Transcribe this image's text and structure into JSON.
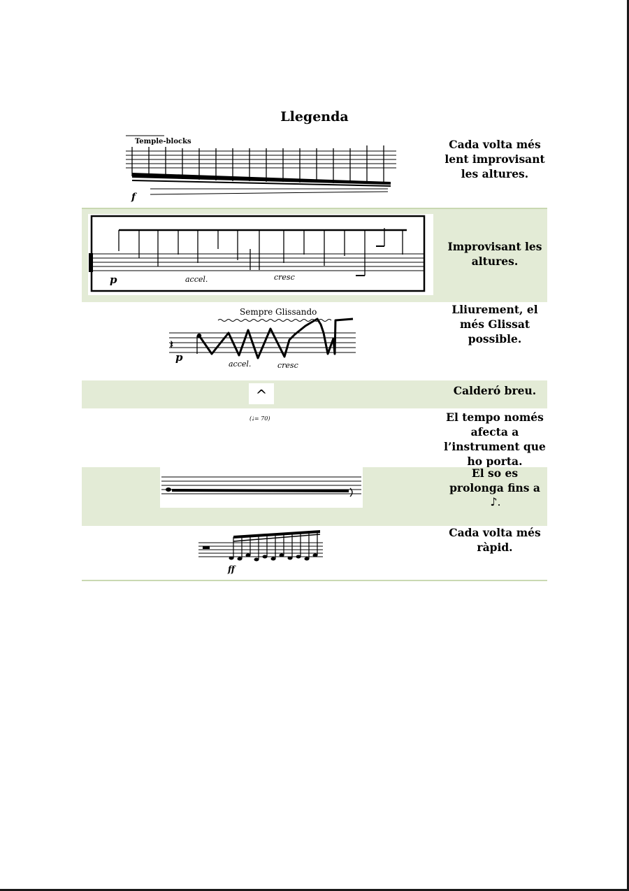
{
  "title": "Llegenda",
  "rows": [
    {
      "id": "temple-blocks",
      "caption": "Cada volta més lent improvisant les altures.",
      "labels": {
        "instrument": "Temple-blocks",
        "dynamic": "f"
      }
    },
    {
      "id": "improvising-heights",
      "caption": "Improvisant les altures.",
      "labels": {
        "dynamic": "p",
        "accel": "accel.",
        "cresc": "cresc"
      }
    },
    {
      "id": "glissando",
      "caption": "Lliurement, el més Glissat possible.",
      "labels": {
        "header": "Sempre Glissando",
        "dynamic": "p",
        "accel": "accel.",
        "cresc": "cresc"
      }
    },
    {
      "id": "short-fermata",
      "caption": "Calderó breu.",
      "labels": {
        "symbol": "^"
      }
    },
    {
      "id": "tempo-mark",
      "caption": "El tempo només afecta a l’instrument que ho porta.",
      "labels": {
        "tempo": "(♩= 70)"
      }
    },
    {
      "id": "prolonged-sound",
      "caption": "El so es prolonga fins a",
      "labels": {
        "note_symbol": "♪."
      }
    },
    {
      "id": "faster",
      "caption": "Cada volta més ràpid.",
      "labels": {
        "dynamic": "ff"
      }
    }
  ],
  "colors": {
    "shade": "#e3ebd6",
    "separator": "#c9d8b2"
  }
}
